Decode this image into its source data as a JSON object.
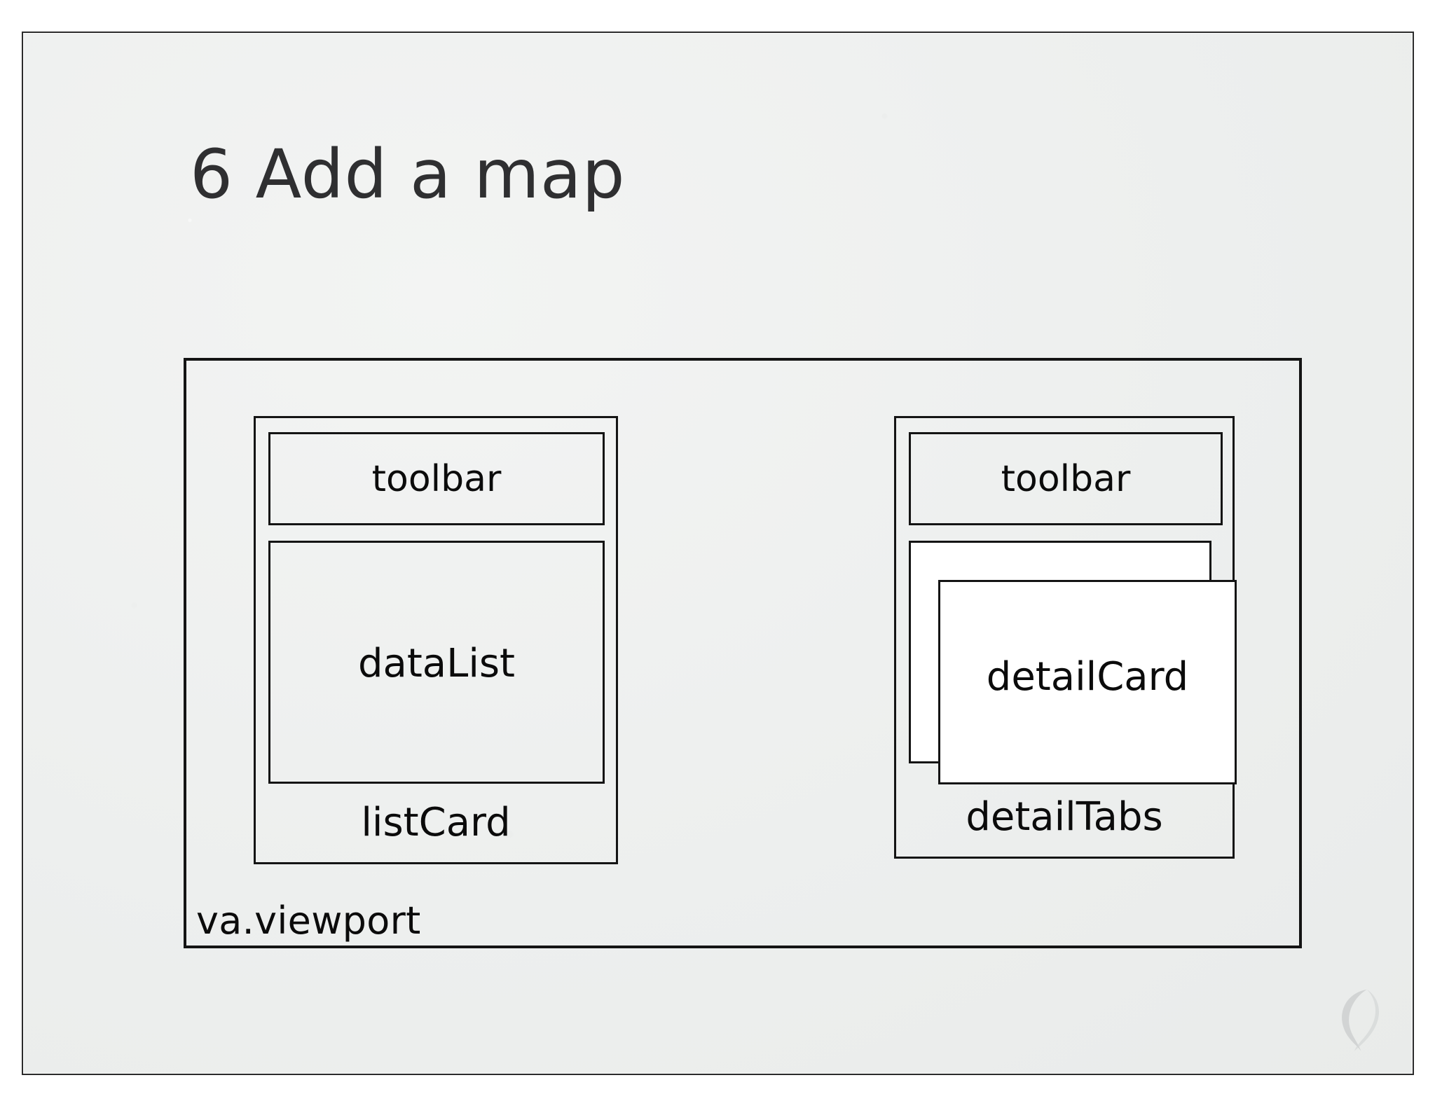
{
  "slide": {
    "title": "6 Add a map",
    "background_color": "#eef0ef",
    "border_color": "#2b2b2b",
    "ink_color": "#0b0b0b",
    "title_color": "#2f2f31"
  },
  "diagram": {
    "type": "nested-box-wireframe",
    "viewport": {
      "label": "va.viewport"
    },
    "left_group": {
      "card_label": "listCard",
      "toolbar_label": "toolbar",
      "content_label": "dataList"
    },
    "right_group": {
      "card_label": "detailTabs",
      "toolbar_label": "toolbar",
      "front_card_label": "detailCard",
      "back_card_label": ""
    }
  },
  "watermark": {
    "name": "s-swoosh-logo"
  }
}
